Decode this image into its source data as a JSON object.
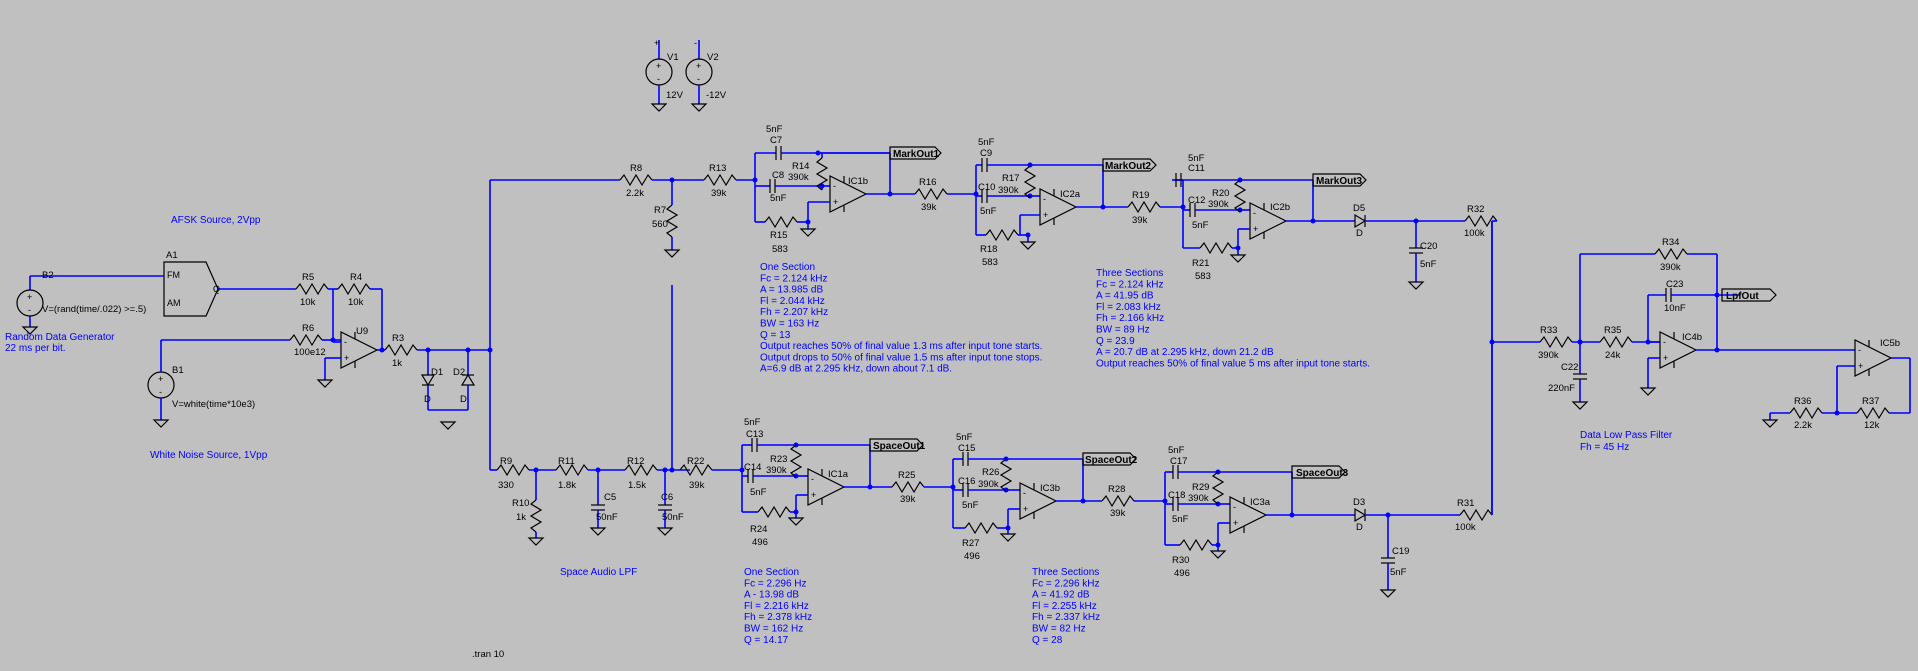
{
  "labels": {
    "A1": "A1",
    "afsk_title": "AFSK Source, 2Vpp",
    "fm": "FM",
    "am": "AM",
    "q": "Q",
    "B2": "B2",
    "b2_expr": "V=(rand(time/.022) >=.5)",
    "rdg1": "Random Data Generator",
    "rdg2": "22 ms per bit.",
    "B1": "B1",
    "b1_expr": "V=white(time*10e3)",
    "wns": "White Noise Source, 1Vpp",
    "V1": "V1",
    "V1v": "12V",
    "V2": "V2",
    "V2v": "-12V",
    "R5": "R5",
    "R5v": "10k",
    "R4": "R4",
    "R4v": "10k",
    "R6": "R6",
    "R6v": "100e12",
    "U9": "U9",
    "R3": "R3",
    "R3v": "1k",
    "D1": "D1",
    "D2": "D2",
    "D": "D",
    "R8": "R8",
    "R8v": "2.2k",
    "R7": "R7",
    "R7v": "560",
    "R13": "R13",
    "R13v": "39k",
    "C7": "C7",
    "C8": "C8",
    "cap5n": "5nF",
    "R14": "R14",
    "R14v": "390k",
    "IC1b": "IC1b",
    "R15": "R15",
    "R15v": "583",
    "R16": "R16",
    "R16v": "39k",
    "C9": "C9",
    "C10": "C10",
    "R17": "R17",
    "R17v": "390k",
    "IC2a": "IC2a",
    "R18": "R18",
    "R18v": "583",
    "R19": "R19",
    "R19v": "39k",
    "C11": "C11",
    "C12": "C12",
    "R20": "R20",
    "R20v": "390k",
    "IC2b": "IC2b",
    "R21": "R21",
    "R21v": "583",
    "D5": "D5",
    "C20": "C20",
    "R32": "R32",
    "R32v": "100k",
    "R9": "R9",
    "R9v": "330",
    "R10": "R10",
    "R10v": "1k",
    "R11": "R11",
    "R11v": "1.8k",
    "R12": "R12",
    "R12v": "1.5k",
    "C5": "C5",
    "C6": "C6",
    "cap50n": "50nF",
    "R22": "R22",
    "R22v": "39k",
    "C13": "C13",
    "C14": "C14",
    "R23": "R23",
    "R23v": "390k",
    "IC1a": "IC1a",
    "R24": "R24",
    "R24v": "496",
    "R25": "R25",
    "R25v": "39k",
    "C15": "C15",
    "C16": "C16",
    "R26": "R26",
    "R26v": "390k",
    "IC3b": "IC3b",
    "R27": "R27",
    "R27v": "496",
    "R28": "R28",
    "R28v": "39k",
    "C17": "C17",
    "C18": "C18",
    "R29": "R29",
    "R29v": "390k",
    "IC3a": "IC3a",
    "R30": "R30",
    "R30v": "496",
    "D3": "D3",
    "C19": "C19",
    "R31": "R31",
    "R31v": "100k",
    "R33": "R33",
    "R33v": "390k",
    "C22": "C22",
    "C22v": "220nF",
    "R35": "R35",
    "R35v": "24k",
    "R34": "R34",
    "R34v": "390k",
    "C23": "C23",
    "C23v": "10nF",
    "IC4b": "IC4b",
    "IC5b": "IC5b",
    "R36": "R36",
    "R36v": "2.2k",
    "R37": "R37",
    "R37v": "12k",
    "lpf1": "Data Low Pass Filter",
    "lpf2": "Fh = 45 Hz",
    "sal": "Space Audio LPF",
    "tran": ".tran 10"
  },
  "nets": {
    "MarkOut1": "MarkOut1",
    "MarkOut2": "MarkOut2",
    "MarkOut3": "MarkOut3",
    "SpaceOut1": "SpaceOut1",
    "SpaceOut2": "SpaceOut2",
    "SpaceOut3": "SpaceOut3",
    "LpfOut": "LpfOut"
  },
  "notes": {
    "mark_one": [
      "One Section",
      "Fc = 2.124 kHz",
      "A = 13.985 dB",
      "Fl = 2.044 kHz",
      "Fh = 2.207 kHz",
      "BW = 163 Hz",
      "Q = 13",
      "Output reaches 50% of final value 1.3 ms after input tone starts.",
      "Output drops to 50% of final value 1.5 ms after input tone stops.",
      "A=6.9 dB at 2.295 kHz, down about 7.1 dB."
    ],
    "mark_three": [
      "Three Sections",
      "Fc = 2.124 kHz",
      "A = 41.95 dB",
      "Fl = 2.083 kHz",
      "Fh = 2.166 kHz",
      "BW = 89 Hz",
      "Q = 23.9",
      "A = 20.7 dB at 2.295 kHz, down 21.2 dB",
      "Output reaches 50% of final value 5 ms after input tone starts."
    ],
    "space_one": [
      "One Section",
      "Fc = 2.296 Hz",
      "A - 13.98 dB",
      "Fl = 2.216 kHz",
      "Fh = 2.378 kHz",
      "BW = 162 Hz",
      "Q = 14.17"
    ],
    "space_three": [
      "Three Sections",
      "Fc = 2.296 kHz",
      "A = 41.92 dB",
      "Fl = 2.255 kHz",
      "Fh = 2.337 kHz",
      "BW = 82 Hz",
      "Q = 28"
    ]
  }
}
